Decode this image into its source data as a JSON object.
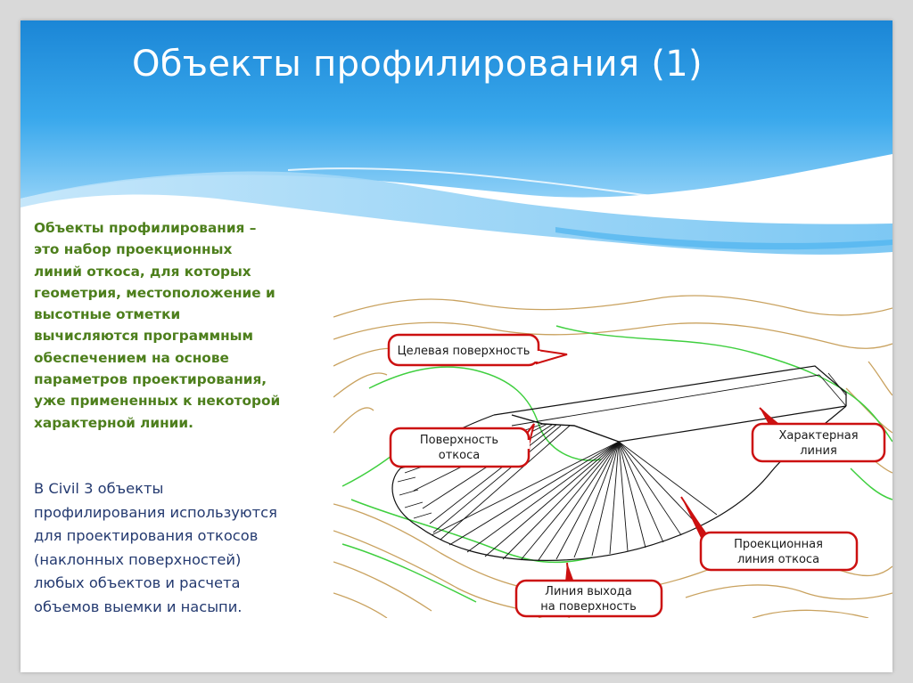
{
  "slide": {
    "title": "Объекты профилирования (1)"
  },
  "body": {
    "definition_lines": [
      "Объекты профилирования –",
      "это набор проекционных",
      "линий откоса, для которых",
      "геометрия, местоположение и",
      "высотные отметки",
      "вычисляются программным",
      "обеспечением на основе",
      "параметров проектирования,",
      "уже примененных к некоторой",
      "характерной линии."
    ],
    "usage_lines": [
      "В Civil 3 объекты",
      "профилирования используются",
      "для проектирования откосов",
      "(наклонных поверхностей)",
      "любых объектов и расчета",
      "объемов выемки и насыпи."
    ]
  },
  "diagram": {
    "callouts": {
      "target_surface": "Целевая поверхность",
      "slope_surface_1": "Поверхность",
      "slope_surface_2": "откоса",
      "feature_line_1": "Характерная",
      "feature_line_2": "линия",
      "projection_line_1": "Проекционная",
      "projection_line_2": "линия откоса",
      "daylight_line_1": "Линия выхода",
      "daylight_line_2": "на поверхность"
    },
    "colors": {
      "contour_tan": "#c9a25f",
      "contour_green": "#3fcf3f",
      "callout_border": "#cc1010",
      "lines": "#111111"
    }
  }
}
